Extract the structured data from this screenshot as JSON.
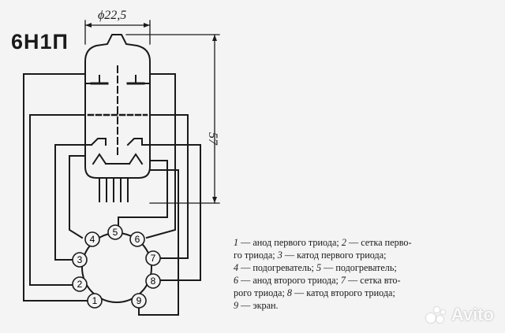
{
  "title": "6Н1П",
  "dimensions": {
    "diameter": "ϕ22,5",
    "height": "57"
  },
  "pins": [
    "1",
    "2",
    "3",
    "4",
    "5",
    "6",
    "7",
    "8",
    "9"
  ],
  "legend": [
    {
      "num": "1",
      "text": " — анод первого триода; "
    },
    {
      "num": "2",
      "text": " — сетка перво-"
    },
    {
      "num": "",
      "text": "го триода; "
    },
    {
      "num": "3",
      "text": " — катод первого триода;"
    },
    {
      "num": "4",
      "text": " — подогреватель; "
    },
    {
      "num": "5",
      "text": " — подогреватель;"
    },
    {
      "num": "6",
      "text": " — анод второго триода; "
    },
    {
      "num": "7",
      "text": " — сетка вто-"
    },
    {
      "num": "",
      "text": "рого триода; "
    },
    {
      "num": "8",
      "text": " — катод второго триода;"
    },
    {
      "num": "9",
      "text": " — экран."
    }
  ],
  "watermark": "Avito"
}
